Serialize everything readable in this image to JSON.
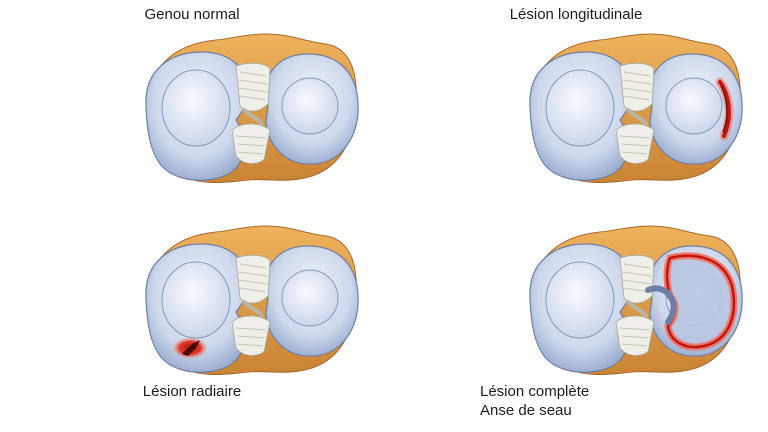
{
  "colors": {
    "tibia_top": "#e6a24a",
    "tibia_edge": "#b7762c",
    "meniscus": "#cfd9ec",
    "meniscus_edge": "#6e7fa6",
    "plateau": "#e9eef8",
    "ligament": "#f1f0ea",
    "tear_red": "#d8281e",
    "tear_glow": "#f07060"
  },
  "panels": [
    {
      "id": "normal",
      "caption_lines": [
        "Genou normal"
      ],
      "lesion": "none"
    },
    {
      "id": "longitudinal",
      "caption_lines": [
        "Lésion longitudinale"
      ],
      "lesion": "longitudinal"
    },
    {
      "id": "radial",
      "caption_lines": [
        "Lésion radiaire"
      ],
      "lesion": "radial"
    },
    {
      "id": "bucket-handle",
      "caption_lines": [
        "Lésion complète",
        "Anse de seau"
      ],
      "lesion": "bucket-handle"
    }
  ]
}
